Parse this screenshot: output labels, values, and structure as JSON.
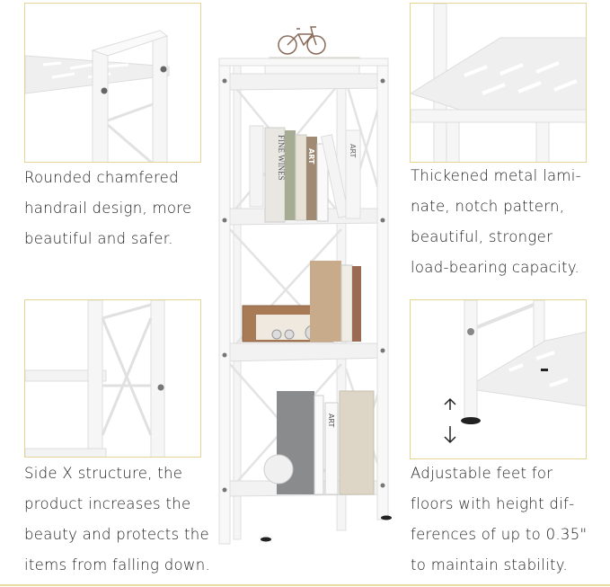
{
  "features": [
    {
      "id": "handrail",
      "lines": [
        "Rounded chamfered",
        "handrail design, more",
        "beautiful and safer."
      ]
    },
    {
      "id": "side-x",
      "lines": [
        "Side X structure, the",
        "product increases the",
        "beauty and protects the",
        "items from falling down."
      ]
    },
    {
      "id": "laminate",
      "lines": [
        "Thickened metal lami-",
        "nate, notch pattern,",
        "beautiful, stronger",
        "load-bearing capacity."
      ]
    },
    {
      "id": "feet",
      "lines": [
        "Adjustable feet for",
        "floors with height dif-",
        "ferences of up to 0.35\"",
        "to maintain stability."
      ]
    }
  ],
  "book_spines": {
    "fine_wines": "FINE WINES",
    "art_1": "ART",
    "art_2": "ART",
    "art_3": "ART"
  },
  "colors": {
    "border": "#e6d592",
    "text": "#222222",
    "frame": "#f4f4f4"
  }
}
